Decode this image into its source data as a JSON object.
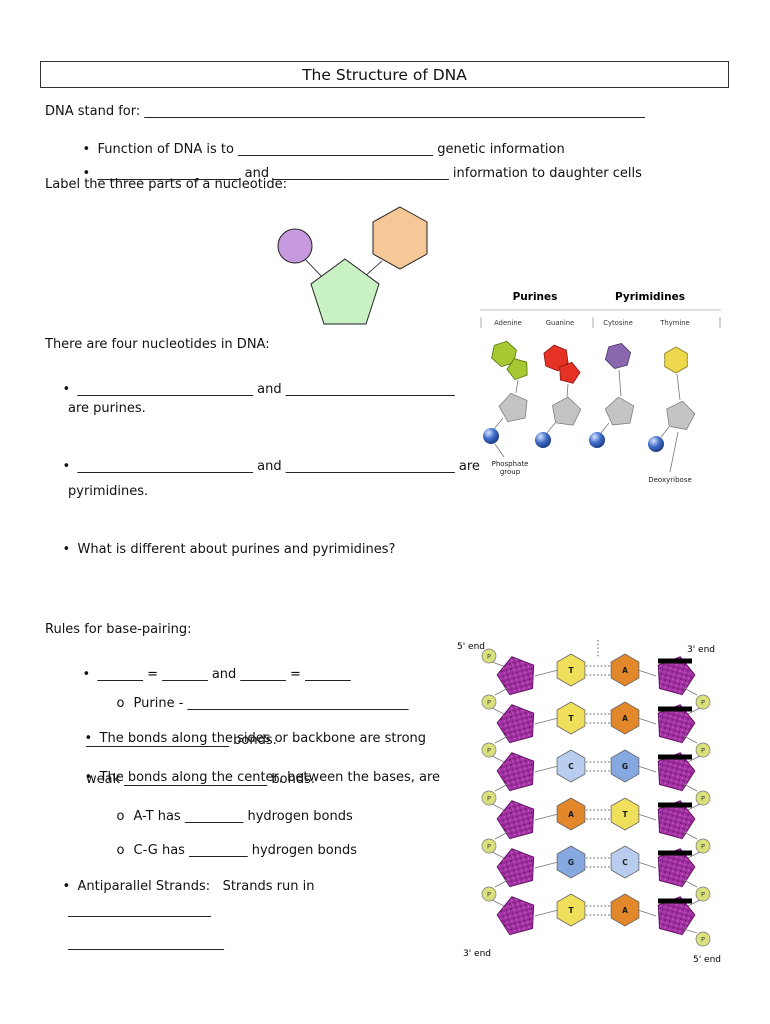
{
  "title": "The Structure of DNA",
  "intro": {
    "dna_stands_for": "DNA stand for: _____________________________________________________________________________",
    "function_bullet": "Function of DNA is to ______________________________ genetic information",
    "copy_bullet": "______________________ and ___________________________ information to daughter cells",
    "label_prompt": "Label the three parts of a nucleotide:"
  },
  "nucleotides": {
    "heading": "There are four nucleotides in DNA:",
    "purines_line1": "___________________________ and __________________________",
    "purines_line2": "are purines.",
    "pyrimidines_line1": "___________________________ and __________________________ are",
    "pyrimidines_line2": "pyrimidines.",
    "difference_q": "What is different about purines and pyrimidines?"
  },
  "figure_bases": {
    "purines_header": "Purines",
    "pyrimidines_header": "Pyrimidines",
    "base_names": [
      "Adenine",
      "Guanine",
      "Cytosine",
      "Thymine"
    ],
    "phosphate_label_line1": "Phosphate",
    "phosphate_label_line2": "group",
    "deoxyribose_label": "Deoxyribose"
  },
  "pairing": {
    "heading": "Rules for base-pairing:",
    "equation": "_______ = _______ and _______ = _______",
    "purine_sub": "Purine - __________________________________",
    "backbone_line1": "The bonds along the sides or backbone are strong",
    "backbone_line2": "______________________ bonds.",
    "center_line1": "The bonds along the center, between the bases, are",
    "center_line2": "weak ______________________ bonds.",
    "at_sub": "A-T has _________ hydrogen bonds",
    "cg_sub": "C-G has _________ hydrogen bonds",
    "antiparallel": "Antiparallel Strands:   Strands run in",
    "blank1": "______________________",
    "blank2": "________________________"
  },
  "ladder": {
    "top_left": "5' end",
    "top_right": "3' end",
    "bottom_left": "3' end",
    "bottom_right": "5' end",
    "p": "P",
    "rungs": [
      {
        "left": "T",
        "right": "A"
      },
      {
        "left": "T",
        "right": "A"
      },
      {
        "left": "C",
        "right": "G"
      },
      {
        "left": "A",
        "right": "T"
      },
      {
        "left": "G",
        "right": "C"
      },
      {
        "left": "T",
        "right": "A"
      }
    ]
  },
  "colors": {
    "nucleotide_phosphate": "#c79ae0",
    "nucleotide_sugar": "#c9f2c4",
    "nucleotide_base": "#f6c897",
    "adenine": "#a6c832",
    "guanine": "#e63224",
    "cytosine": "#8a68b0",
    "thymine": "#ecd94e",
    "sugar_gray": "#c4c4c4",
    "ladder_pentagon": "#a232a2",
    "base_T": "#f0df5a",
    "base_A": "#e2882b",
    "base_C": "#b8cdf0",
    "base_G": "#86a8e0",
    "phosphate_node": "#d9e07c"
  }
}
